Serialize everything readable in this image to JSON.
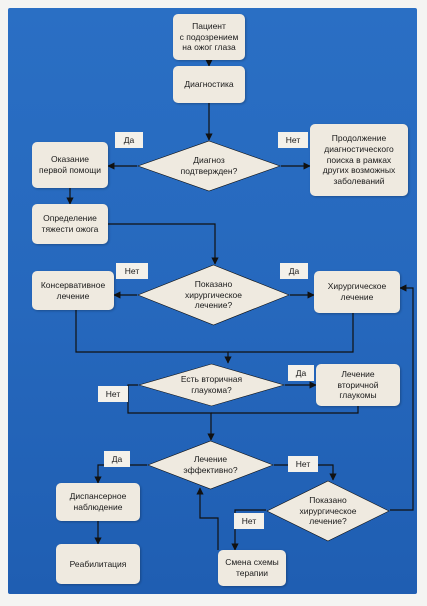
{
  "nodes": {
    "start": "Пациент\nс подозрением\nна ожог глаза",
    "diagnostics": "Диагностика",
    "q_confirmed": "Диагноз\nподтвержден?",
    "first_aid": "Оказание\nпервой помощи",
    "continue_search": "Продолжение\nдиагностического\nпоиска в рамках\nдругих возможных\nзаболеваний",
    "severity": "Определение\nтяжести ожога",
    "q_surgery": "Показано\nхирургическое\nлечение?",
    "conservative": "Консервативное\nлечение",
    "surgical": "Хирургическое\nлечение",
    "q_glaucoma": "Есть вторичная\nглаукома?",
    "glaucoma_treatment": "Лечение\nвторичной\nглаукомы",
    "q_effective": "Лечение\nэффективно?",
    "dispensary": "Диспансерное\nнаблюдение",
    "q_surgery2": "Показано\nхирургическое\nлечение?",
    "rehab": "Реабилитация",
    "change_scheme": "Смена схемы\nтерапии"
  },
  "labels": {
    "yes1": "Да",
    "no1": "Нет",
    "no2": "Нет",
    "yes2": "Да",
    "yes3": "Да",
    "no3": "Нет",
    "yes4": "Да",
    "no4": "Нет",
    "no5": "Нет"
  },
  "colors": {
    "background": "#2a6fc4",
    "box": "#efeae0",
    "line": "#111111"
  }
}
